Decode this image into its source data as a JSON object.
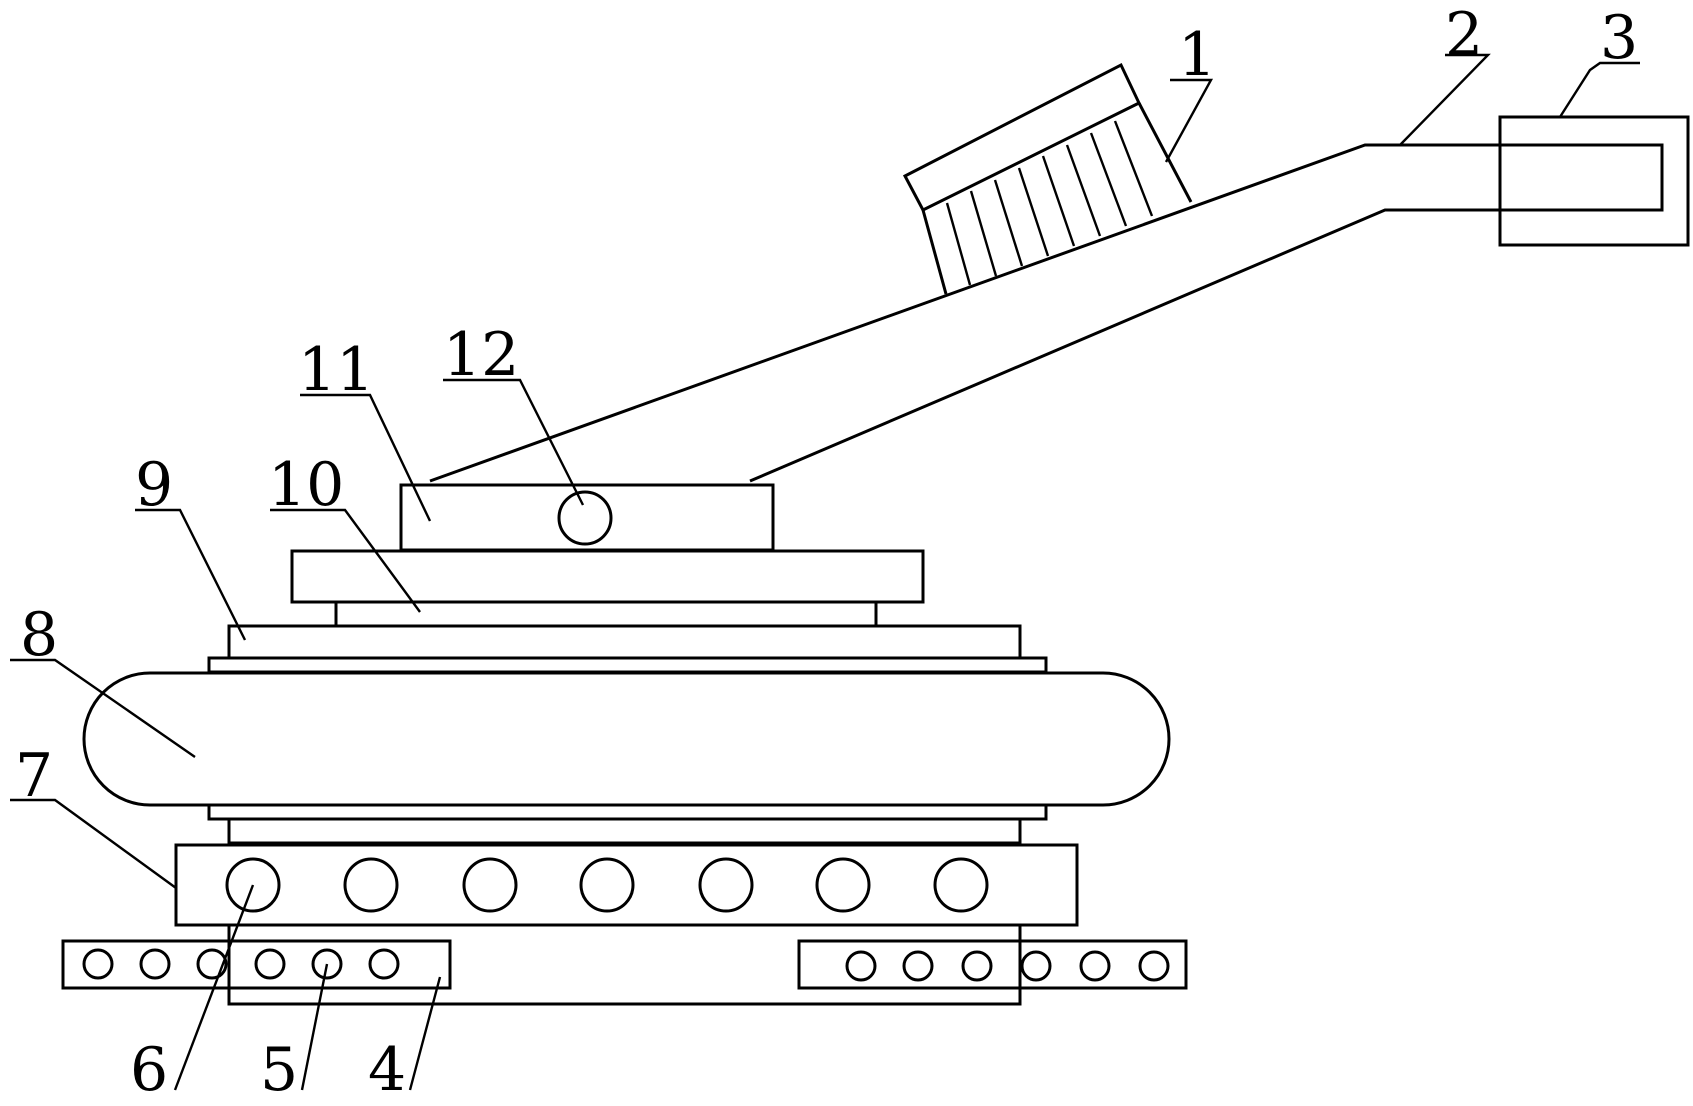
{
  "labels": {
    "n1": "1",
    "n2": "2",
    "n3": "3",
    "n4": "4",
    "n5": "5",
    "n6": "6",
    "n7": "7",
    "n8": "8",
    "n9": "9",
    "n10": "10",
    "n11": "11",
    "n12": "12"
  },
  "colors": {
    "line": "#000000",
    "background": "#ffffff"
  }
}
